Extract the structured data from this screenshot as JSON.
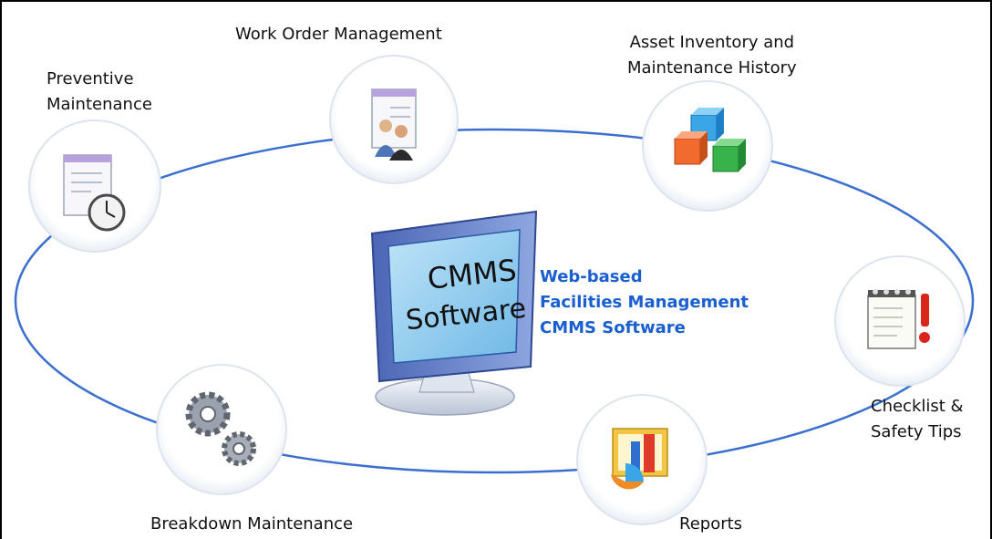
{
  "diagram": {
    "center": {
      "monitor_line1": "CMMS",
      "monitor_line2": "Software",
      "title_lines": [
        "Web-based",
        "Facilities Management",
        "CMMS Software"
      ],
      "title_color": "#1a5fd0"
    },
    "nodes": {
      "preventive": {
        "line1": "Preventive",
        "line2": "Maintenance",
        "icon": "document-clock-icon"
      },
      "work_order": {
        "line1": "Work Order Management",
        "icon": "document-people-icon"
      },
      "asset": {
        "line1": "Asset Inventory and",
        "line2": "Maintenance History",
        "icon": "colored-cubes-icon"
      },
      "checklist": {
        "line1": "Checklist &",
        "line2": "Safety Tips",
        "icon": "notepad-exclamation-icon"
      },
      "reports": {
        "line1": "Reports",
        "icon": "charts-icon"
      },
      "breakdown": {
        "line1": "Breakdown Maintenance",
        "icon": "gears-icon"
      }
    },
    "ring_color": "#3a6fcf"
  }
}
